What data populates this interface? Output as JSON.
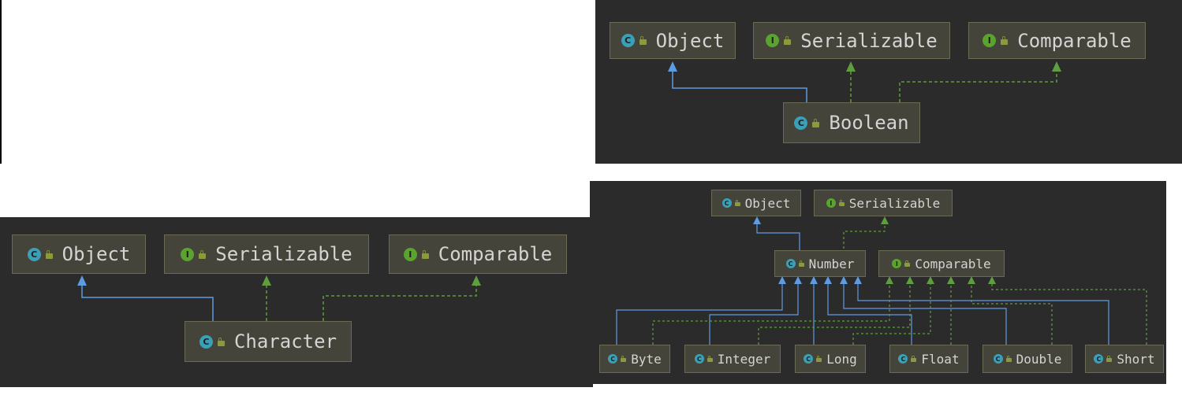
{
  "colors": {
    "panel_bg": "#2b2b2b",
    "node_bg": "#45443a",
    "class_badge": "#3aa0b8",
    "interface_badge": "#59a32e",
    "extends_edge": "#5f9be0",
    "implements_edge": "#5e9e3e"
  },
  "badge_glyphs": {
    "class": "C",
    "interface": "I"
  },
  "diagrams": [
    {
      "id": "boolean",
      "nodes": [
        {
          "id": "object",
          "label": "Object",
          "kind": "class"
        },
        {
          "id": "serializable",
          "label": "Serializable",
          "kind": "interface"
        },
        {
          "id": "comparable",
          "label": "Comparable",
          "kind": "interface"
        },
        {
          "id": "boolean",
          "label": "Boolean",
          "kind": "class"
        }
      ],
      "edges": [
        {
          "from": "boolean",
          "to": "object",
          "type": "extends"
        },
        {
          "from": "boolean",
          "to": "serializable",
          "type": "implements"
        },
        {
          "from": "boolean",
          "to": "comparable",
          "type": "implements"
        }
      ]
    },
    {
      "id": "character",
      "nodes": [
        {
          "id": "object",
          "label": "Object",
          "kind": "class"
        },
        {
          "id": "serializable",
          "label": "Serializable",
          "kind": "interface"
        },
        {
          "id": "comparable",
          "label": "Comparable",
          "kind": "interface"
        },
        {
          "id": "character",
          "label": "Character",
          "kind": "class"
        }
      ],
      "edges": [
        {
          "from": "character",
          "to": "object",
          "type": "extends"
        },
        {
          "from": "character",
          "to": "serializable",
          "type": "implements"
        },
        {
          "from": "character",
          "to": "comparable",
          "type": "implements"
        }
      ]
    },
    {
      "id": "number",
      "nodes": [
        {
          "id": "object",
          "label": "Object",
          "kind": "class"
        },
        {
          "id": "serializable",
          "label": "Serializable",
          "kind": "interface"
        },
        {
          "id": "number",
          "label": "Number",
          "kind": "class"
        },
        {
          "id": "comparable",
          "label": "Comparable",
          "kind": "interface"
        },
        {
          "id": "byte",
          "label": "Byte",
          "kind": "class"
        },
        {
          "id": "integer",
          "label": "Integer",
          "kind": "class"
        },
        {
          "id": "long",
          "label": "Long",
          "kind": "class"
        },
        {
          "id": "float",
          "label": "Float",
          "kind": "class"
        },
        {
          "id": "double",
          "label": "Double",
          "kind": "class"
        },
        {
          "id": "short",
          "label": "Short",
          "kind": "class"
        }
      ],
      "edges": [
        {
          "from": "number",
          "to": "object",
          "type": "extends"
        },
        {
          "from": "number",
          "to": "serializable",
          "type": "implements"
        },
        {
          "from": "byte",
          "to": "number",
          "type": "extends"
        },
        {
          "from": "integer",
          "to": "number",
          "type": "extends"
        },
        {
          "from": "long",
          "to": "number",
          "type": "extends"
        },
        {
          "from": "float",
          "to": "number",
          "type": "extends"
        },
        {
          "from": "double",
          "to": "number",
          "type": "extends"
        },
        {
          "from": "short",
          "to": "number",
          "type": "extends"
        },
        {
          "from": "byte",
          "to": "comparable",
          "type": "implements"
        },
        {
          "from": "integer",
          "to": "comparable",
          "type": "implements"
        },
        {
          "from": "long",
          "to": "comparable",
          "type": "implements"
        },
        {
          "from": "float",
          "to": "comparable",
          "type": "implements"
        },
        {
          "from": "double",
          "to": "comparable",
          "type": "implements"
        },
        {
          "from": "short",
          "to": "comparable",
          "type": "implements"
        }
      ]
    }
  ]
}
